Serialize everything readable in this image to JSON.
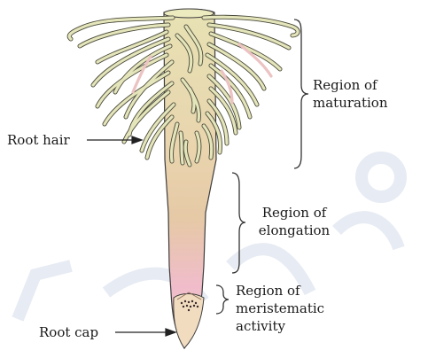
{
  "labels": {
    "region_maturation": [
      "Region of",
      "maturation"
    ],
    "region_elongation": [
      "Region of",
      "elongation"
    ],
    "region_meristematic": [
      "Region of",
      "meristematic",
      "activity"
    ],
    "root_hair": "Root hair",
    "root_cap": "Root cap"
  },
  "colors": {
    "root_upper": "#e7e2b4",
    "root_middle": "#e6c9a6",
    "root_lower": "#f0bccb",
    "hair_fill": "#e4e5ba",
    "hair_pink": "#ecc2c2",
    "outline": "#3d3d3d",
    "watermark": "#d4dbe8",
    "text": "#1a1a1a"
  }
}
